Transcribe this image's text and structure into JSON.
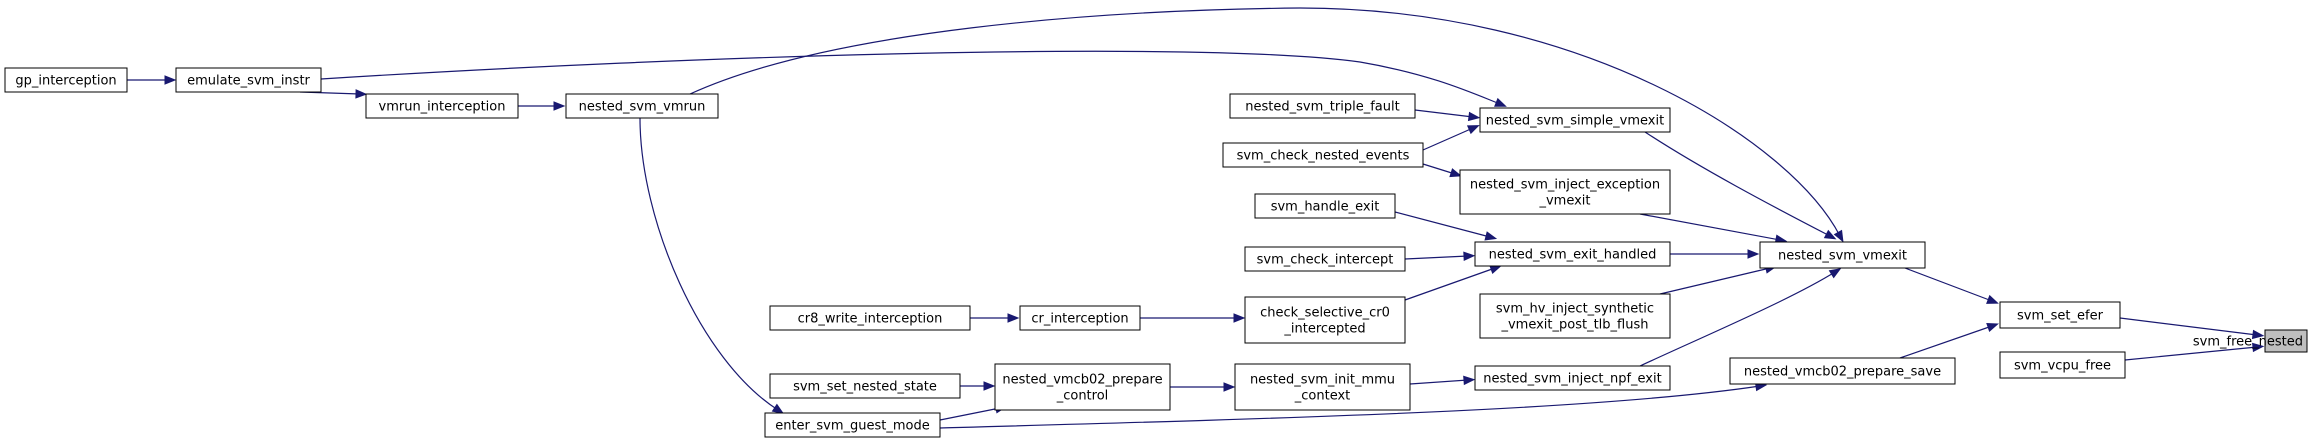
{
  "graph": {
    "colors": {
      "edge": "#191970",
      "node_border": "#000000",
      "node_fill": "#ffffff",
      "highlight_fill": "#bfbfbf"
    },
    "nodes": [
      {
        "id": "svm_free_nested",
        "lines": [
          "svm_free_nested"
        ],
        "highlight": true
      },
      {
        "id": "svm_set_efer",
        "lines": [
          "svm_set_efer"
        ]
      },
      {
        "id": "svm_vcpu_free",
        "lines": [
          "svm_vcpu_free"
        ]
      },
      {
        "id": "nested_svm_vmexit",
        "lines": [
          "nested_svm_vmexit"
        ]
      },
      {
        "id": "nested_vmcb02_prepare_save",
        "lines": [
          "nested_vmcb02_prepare_save"
        ]
      },
      {
        "id": "nested_svm_simple_vmexit",
        "lines": [
          "nested_svm_simple_vmexit"
        ]
      },
      {
        "id": "nested_svm_inject_exception_vmexit",
        "lines": [
          "nested_svm_inject_exception",
          "_vmexit"
        ]
      },
      {
        "id": "nested_svm_exit_handled",
        "lines": [
          "nested_svm_exit_handled"
        ]
      },
      {
        "id": "svm_hv_inject_synthetic",
        "lines": [
          "svm_hv_inject_synthetic",
          "_vmexit_post_tlb_flush"
        ]
      },
      {
        "id": "nested_svm_inject_npf_exit",
        "lines": [
          "nested_svm_inject_npf_exit"
        ]
      },
      {
        "id": "nested_svm_triple_fault",
        "lines": [
          "nested_svm_triple_fault"
        ]
      },
      {
        "id": "svm_check_nested_events",
        "lines": [
          "svm_check_nested_events"
        ]
      },
      {
        "id": "svm_handle_exit",
        "lines": [
          "svm_handle_exit"
        ]
      },
      {
        "id": "svm_check_intercept",
        "lines": [
          "svm_check_intercept"
        ]
      },
      {
        "id": "check_selective_cr0_intercepted",
        "lines": [
          "check_selective_cr0",
          "_intercepted"
        ]
      },
      {
        "id": "nested_svm_init_mmu_context",
        "lines": [
          "nested_svm_init_mmu",
          "_context"
        ]
      },
      {
        "id": "cr_interception",
        "lines": [
          "cr_interception"
        ]
      },
      {
        "id": "cr8_write_interception",
        "lines": [
          "cr8_write_interception"
        ]
      },
      {
        "id": "nested_vmcb02_prepare_control",
        "lines": [
          "nested_vmcb02_prepare",
          "_control"
        ]
      },
      {
        "id": "svm_set_nested_state",
        "lines": [
          "svm_set_nested_state"
        ]
      },
      {
        "id": "enter_svm_guest_mode",
        "lines": [
          "enter_svm_guest_mode"
        ]
      },
      {
        "id": "nested_svm_vmrun",
        "lines": [
          "nested_svm_vmrun"
        ]
      },
      {
        "id": "vmrun_interception",
        "lines": [
          "vmrun_interception"
        ]
      },
      {
        "id": "emulate_svm_instr",
        "lines": [
          "emulate_svm_instr"
        ]
      },
      {
        "id": "gp_interception",
        "lines": [
          "gp_interception"
        ]
      }
    ],
    "edges": [
      {
        "from": "svm_set_efer",
        "to": "svm_free_nested"
      },
      {
        "from": "svm_vcpu_free",
        "to": "svm_free_nested"
      },
      {
        "from": "nested_svm_vmexit",
        "to": "svm_set_efer"
      },
      {
        "from": "nested_vmcb02_prepare_save",
        "to": "svm_set_efer"
      },
      {
        "from": "nested_svm_simple_vmexit",
        "to": "nested_svm_vmexit"
      },
      {
        "from": "nested_svm_inject_exception_vmexit",
        "to": "nested_svm_vmexit"
      },
      {
        "from": "nested_svm_exit_handled",
        "to": "nested_svm_vmexit"
      },
      {
        "from": "svm_hv_inject_synthetic",
        "to": "nested_svm_vmexit"
      },
      {
        "from": "nested_svm_inject_npf_exit",
        "to": "nested_svm_vmexit"
      },
      {
        "from": "nested_svm_vmrun",
        "to": "nested_svm_vmexit"
      },
      {
        "from": "nested_svm_triple_fault",
        "to": "nested_svm_simple_vmexit"
      },
      {
        "from": "svm_check_nested_events",
        "to": "nested_svm_simple_vmexit"
      },
      {
        "from": "emulate_svm_instr",
        "to": "nested_svm_simple_vmexit"
      },
      {
        "from": "svm_check_nested_events",
        "to": "nested_svm_inject_exception_vmexit"
      },
      {
        "from": "svm_handle_exit",
        "to": "nested_svm_exit_handled"
      },
      {
        "from": "svm_check_intercept",
        "to": "nested_svm_exit_handled"
      },
      {
        "from": "check_selective_cr0_intercepted",
        "to": "nested_svm_exit_handled"
      },
      {
        "from": "cr_interception",
        "to": "check_selective_cr0_intercepted"
      },
      {
        "from": "cr8_write_interception",
        "to": "cr_interception"
      },
      {
        "from": "nested_svm_init_mmu_context",
        "to": "nested_svm_inject_npf_exit"
      },
      {
        "from": "nested_vmcb02_prepare_control",
        "to": "nested_svm_init_mmu_context"
      },
      {
        "from": "svm_set_nested_state",
        "to": "nested_vmcb02_prepare_control"
      },
      {
        "from": "enter_svm_guest_mode",
        "to": "nested_vmcb02_prepare_control"
      },
      {
        "from": "enter_svm_guest_mode",
        "to": "nested_vmcb02_prepare_save"
      },
      {
        "from": "nested_svm_vmrun",
        "to": "enter_svm_guest_mode"
      },
      {
        "from": "vmrun_interception",
        "to": "nested_svm_vmrun"
      },
      {
        "from": "emulate_svm_instr",
        "to": "vmrun_interception"
      },
      {
        "from": "gp_interception",
        "to": "emulate_svm_instr"
      }
    ]
  }
}
